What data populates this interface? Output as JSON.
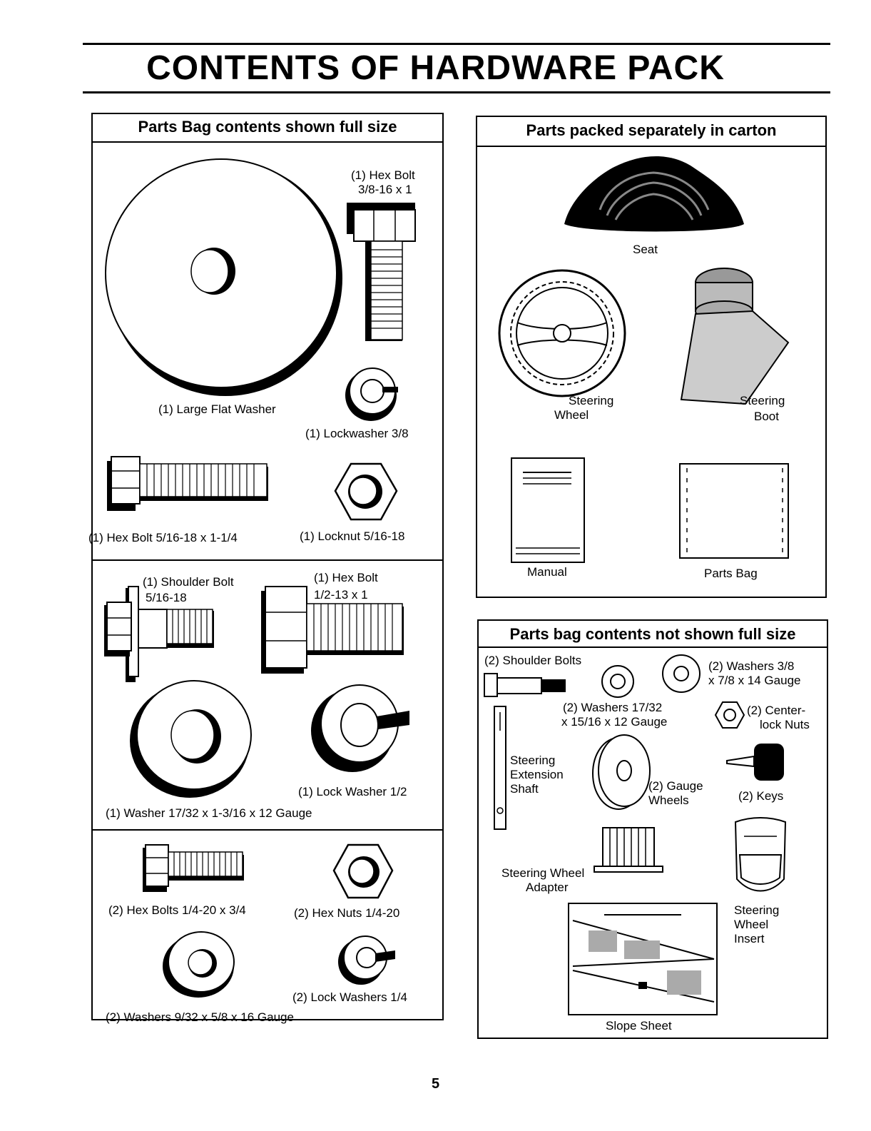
{
  "title": "CONTENTS OF HARDWARE PACK",
  "page_number": "5",
  "left_panel": {
    "header": "Parts Bag contents shown full size",
    "labels": {
      "hex_bolt_3_8_a": "(1) Hex Bolt",
      "hex_bolt_3_8_b": "3/8-16 x 1",
      "large_flat_washer": "(1) Large Flat Washer",
      "lockwasher_3_8": "(1) Lockwasher 3/8",
      "hex_bolt_5_16": "(1) Hex Bolt 5/16-18 x 1-1/4",
      "locknut_5_16": "(1) Locknut 5/16-18",
      "shoulder_bolt_a": "(1) Shoulder Bolt",
      "shoulder_bolt_b": "5/16-18",
      "hex_bolt_1_2_a": "(1) Hex Bolt",
      "hex_bolt_1_2_b": "1/2-13 x 1",
      "lock_washer_1_2": "(1) Lock Washer 1/2",
      "washer_17_32": "(1) Washer 17/32 x 1-3/16 x 12 Gauge",
      "hex_bolts_1_4": "(2) Hex Bolts 1/4-20 x 3/4",
      "hex_nuts_1_4": "(2) Hex Nuts 1/4-20",
      "lock_washers_1_4": "(2) Lock Washers 1/4",
      "washers_9_32": "(2) Washers 9/32 x 5/8 x 16 Gauge"
    }
  },
  "top_right_panel": {
    "header": "Parts packed separately in carton",
    "labels": {
      "seat": "Seat",
      "steering_wheel_a": "Steering",
      "steering_wheel_b": "Wheel",
      "steering_boot_a": "Steering",
      "steering_boot_b": "Boot",
      "manual": "Manual",
      "parts_bag": "Parts Bag"
    }
  },
  "bottom_right_panel": {
    "header": "Parts bag contents not shown full size",
    "labels": {
      "shoulder_bolts": "(2) Shoulder Bolts",
      "washers_3_8_a": "(2) Washers 3/8",
      "washers_3_8_b": "x 7/8 x 14 Gauge",
      "washers_17_32_a": "(2) Washers 17/32",
      "washers_17_32_b": "x 15/16 x 12 Gauge",
      "centerlock_a": "(2) Center-",
      "centerlock_b": "lock Nuts",
      "ext_shaft_a": "Steering",
      "ext_shaft_b": "Extension",
      "ext_shaft_c": "Shaft",
      "gauge_wheels_a": "(2) Gauge",
      "gauge_wheels_b": "Wheels",
      "keys": "(2) Keys",
      "adapter_a": "Steering Wheel",
      "adapter_b": "Adapter",
      "insert_a": "Steering",
      "insert_b": "Wheel",
      "insert_c": "Insert",
      "slope_sheet": "Slope Sheet"
    }
  }
}
